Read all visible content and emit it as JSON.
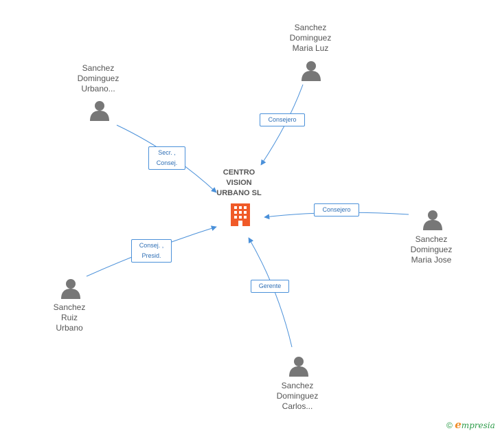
{
  "center": {
    "lines": [
      "CENTRO",
      "VISION",
      "URBANO SL"
    ],
    "icon": "building-icon",
    "color": "#f05a28"
  },
  "people": [
    {
      "id": "p1",
      "lines": [
        "Sanchez",
        "Dominguez",
        "Urbano..."
      ]
    },
    {
      "id": "p2",
      "lines": [
        "Sanchez",
        "Dominguez",
        "Maria Luz"
      ]
    },
    {
      "id": "p3",
      "lines": [
        "Sanchez",
        "Dominguez",
        "Maria Jose"
      ]
    },
    {
      "id": "p4",
      "lines": [
        "Sanchez",
        "Ruiz",
        "Urbano"
      ]
    },
    {
      "id": "p5",
      "lines": [
        "Sanchez",
        "Dominguez",
        "Carlos..."
      ]
    }
  ],
  "edges": [
    {
      "from": "p1",
      "lines": [
        "Secr. ,",
        "Consej."
      ]
    },
    {
      "from": "p2",
      "lines": [
        "Consejero"
      ]
    },
    {
      "from": "p3",
      "lines": [
        "Consejero"
      ]
    },
    {
      "from": "p4",
      "lines": [
        "Consej. ,",
        "Presid."
      ]
    },
    {
      "from": "p5",
      "lines": [
        "Gerente"
      ]
    }
  ],
  "colors": {
    "edge": "#4a90d9",
    "person": "#777777",
    "text": "#555555"
  },
  "footer": {
    "symbol": "©",
    "brand": "mpresia",
    "brand_initial": "e"
  }
}
